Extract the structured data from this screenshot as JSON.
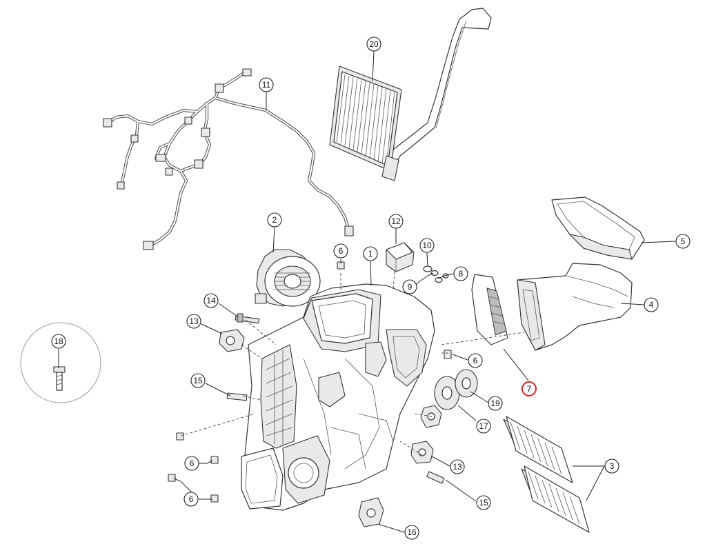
{
  "diagram": {
    "callouts": [
      {
        "id": "c20",
        "label": "20"
      },
      {
        "id": "c11",
        "label": "11"
      },
      {
        "id": "c2",
        "label": "2"
      },
      {
        "id": "c12",
        "label": "12"
      },
      {
        "id": "c6a",
        "label": "6"
      },
      {
        "id": "c1",
        "label": "1"
      },
      {
        "id": "c10",
        "label": "10"
      },
      {
        "id": "c8",
        "label": "8"
      },
      {
        "id": "c9",
        "label": "9"
      },
      {
        "id": "c5",
        "label": "5"
      },
      {
        "id": "c4",
        "label": "4"
      },
      {
        "id": "c14",
        "label": "14"
      },
      {
        "id": "c13a",
        "label": "13"
      },
      {
        "id": "c18",
        "label": "18"
      },
      {
        "id": "c6b",
        "label": "6"
      },
      {
        "id": "c7",
        "label": "7",
        "highlight_color": "#d42020"
      },
      {
        "id": "c15a",
        "label": "15"
      },
      {
        "id": "c19",
        "label": "19"
      },
      {
        "id": "c17",
        "label": "17"
      },
      {
        "id": "c6c",
        "label": "6"
      },
      {
        "id": "c13b",
        "label": "13"
      },
      {
        "id": "c3",
        "label": "3"
      },
      {
        "id": "c6d",
        "label": "6"
      },
      {
        "id": "c15b",
        "label": "15"
      },
      {
        "id": "c16",
        "label": "16"
      }
    ],
    "colors": {
      "line": "#333333",
      "highlight": "#d42020",
      "fill_light": "#e9e9e9",
      "fill_dark": "#bdbdbd"
    }
  }
}
